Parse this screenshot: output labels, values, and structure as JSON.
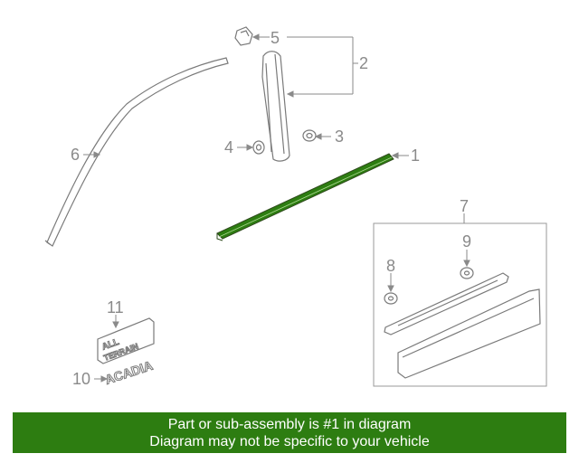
{
  "callouts": {
    "c1": "1",
    "c2": "2",
    "c3": "3",
    "c4": "4",
    "c5": "5",
    "c6": "6",
    "c7": "7",
    "c8": "8",
    "c9": "9",
    "c10": "10",
    "c11": "11"
  },
  "emblems": {
    "all": "ALL",
    "terrain": "TERRAIN",
    "acadia": "ACADIA"
  },
  "banner": {
    "line1": "Part or sub-assembly is #1 in diagram",
    "line2": "Diagram may not be specific to your vehicle"
  },
  "colors": {
    "highlight_part": "#2d7d11",
    "banner_background": "#2d7d11",
    "line_art": "#7a7a7a"
  }
}
